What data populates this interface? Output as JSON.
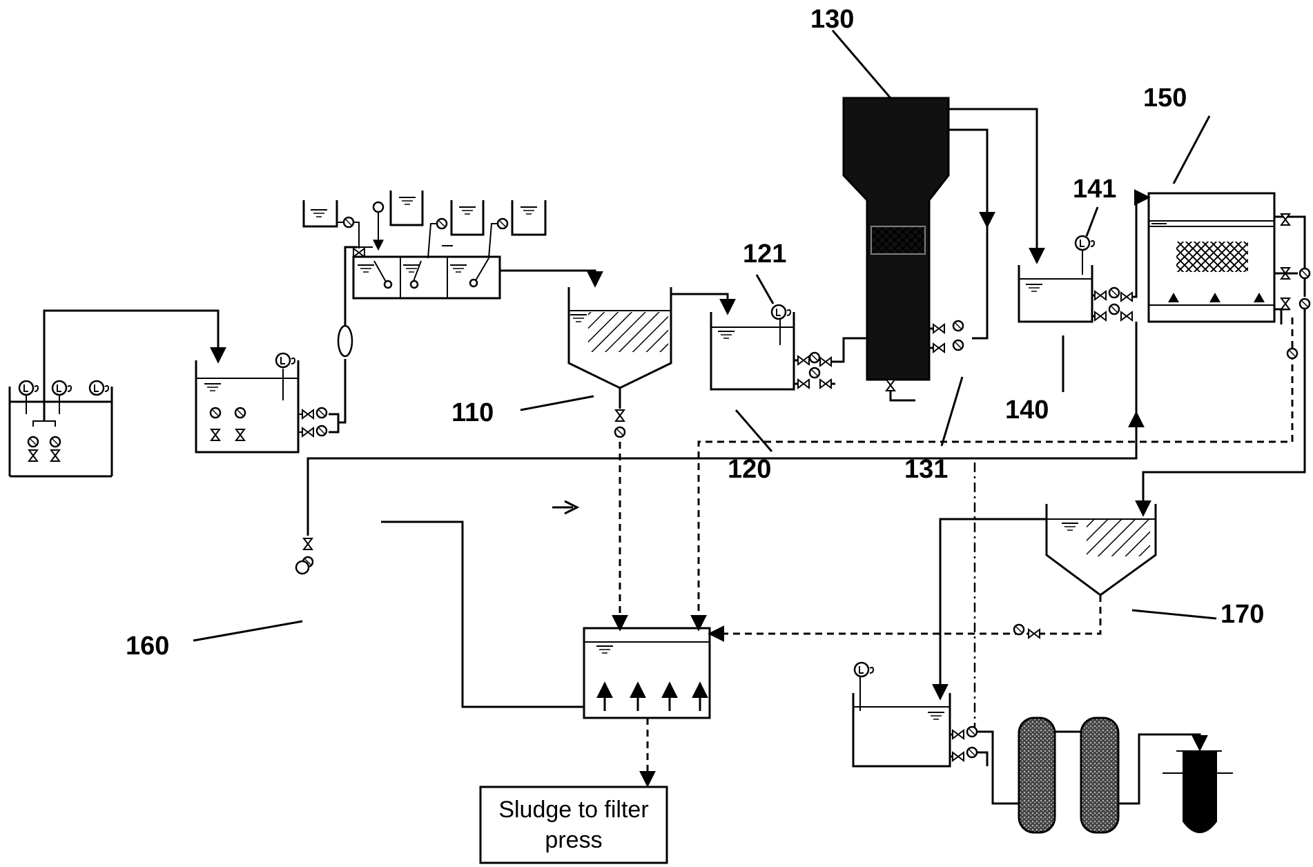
{
  "labels": {
    "l110": "110",
    "l120": "120",
    "l121": "121",
    "l130": "130",
    "l131": "131",
    "l140": "140",
    "l141": "141",
    "l150": "150",
    "l160": "160",
    "l170": "170"
  },
  "sludge_box": {
    "line1": "Sludge to filter",
    "line2": "press"
  },
  "icons": [
    "level-sensor-icon",
    "pump-icon",
    "valve-icon",
    "flow-meter-icon",
    "media-filter-icon",
    "cartridge-filter-icon"
  ]
}
